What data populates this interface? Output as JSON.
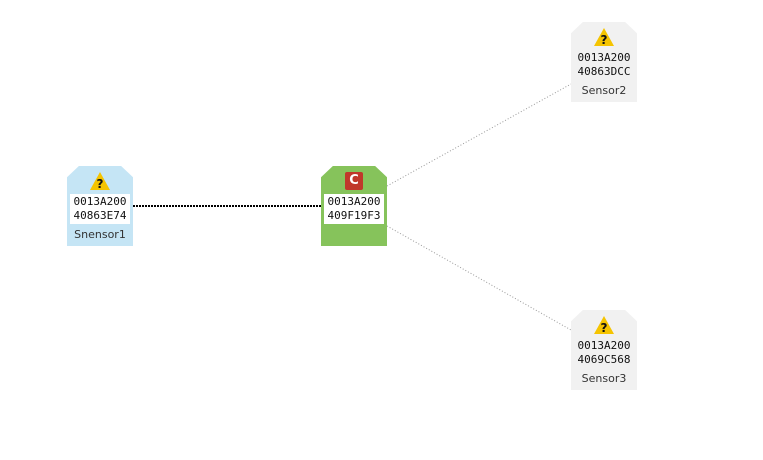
{
  "colors": {
    "coordinator": "#86c35b",
    "end_device": "#c5e5f5",
    "router": "#f1f1f1",
    "warning": "#f5c400",
    "badge": "#c0392b"
  },
  "nodes": [
    {
      "id": "coordinator",
      "type": "coordinator",
      "icon": "coordinator-badge-icon",
      "badge": "C",
      "addr_high": "0013A200",
      "addr_low": "409F19F3",
      "label": ""
    },
    {
      "id": "sensor1",
      "type": "end_device",
      "icon": "unknown-warning-icon",
      "badge": "?",
      "addr_high": "0013A200",
      "addr_low": "40863E74",
      "label": "Snensor1"
    },
    {
      "id": "sensor2",
      "type": "router",
      "icon": "unknown-warning-icon",
      "badge": "?",
      "addr_high": "0013A200",
      "addr_low": "40863DCC",
      "label": "Sensor2"
    },
    {
      "id": "sensor3",
      "type": "router",
      "icon": "unknown-warning-icon",
      "badge": "?",
      "addr_high": "0013A200",
      "addr_low": "4069C568",
      "label": "Sensor3"
    }
  ],
  "links": [
    {
      "from": "coordinator",
      "to": "sensor1",
      "style": "strong"
    },
    {
      "from": "coordinator",
      "to": "sensor2",
      "style": "weak"
    },
    {
      "from": "coordinator",
      "to": "sensor3",
      "style": "weak"
    }
  ]
}
